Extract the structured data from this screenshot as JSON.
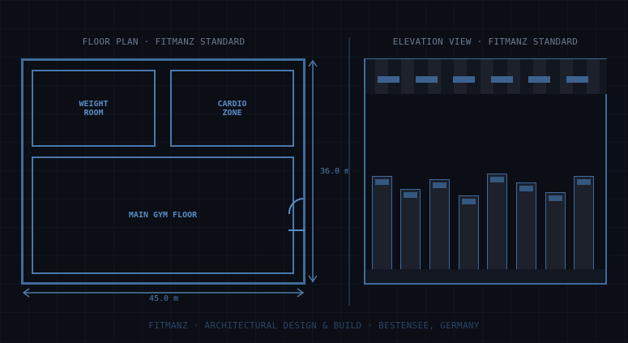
{
  "floor_plan": {
    "title": "FLOOR PLAN · FITMANZ STANDARD",
    "rooms": [
      {
        "label": "WEIGHT\nROOM"
      },
      {
        "label": "CARDIO\nZONE"
      },
      {
        "label": "MAIN GYM FLOOR"
      }
    ],
    "width_label": "45.0 m",
    "depth_label": "36.0 m",
    "colors": {
      "line": "#4a78ad",
      "label": "#5a8cc4"
    }
  },
  "elevation": {
    "title": "ELEVATION VIEW · FITMANZ STANDARD",
    "window_count": 6,
    "column_count": 8,
    "colors": {
      "frame": "#3f6b9c",
      "window": "#3d6290",
      "column": "#1c212c"
    }
  },
  "footer": {
    "text": "FITMANZ · ARCHITECTURAL DESIGN & BUILD · BESTENSEE, GERMANY"
  }
}
